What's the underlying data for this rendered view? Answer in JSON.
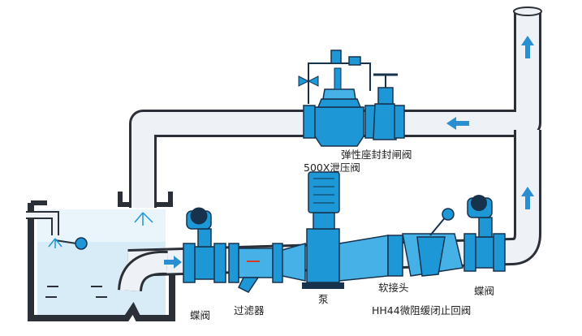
{
  "colors": {
    "pipe_fill": "#eef1f5",
    "pipe_stroke": "#2b2f38",
    "equipment_blue": "#1d97d5",
    "equipment_dark": "#17324d",
    "water": "#d8ecf8",
    "flow_arrow": "#2a8fd0",
    "label_glow": "#cfe6f6"
  },
  "labels": {
    "elastic_seat_gate_valve": "弹性座封封闸阀",
    "relief_valve": "500X泄压阀",
    "pump": "泵",
    "soft_joint": "软接头",
    "butterfly_valve_right": "蝶阀",
    "check_valve": "HH44微阻缓闭止回阀",
    "butterfly_valve_left": "蝶阀",
    "filter": "过滤器"
  },
  "icons": [
    "flow-arrow-icon",
    "float-ball-icon",
    "handwheel-icon",
    "pump-motor-icon"
  ]
}
